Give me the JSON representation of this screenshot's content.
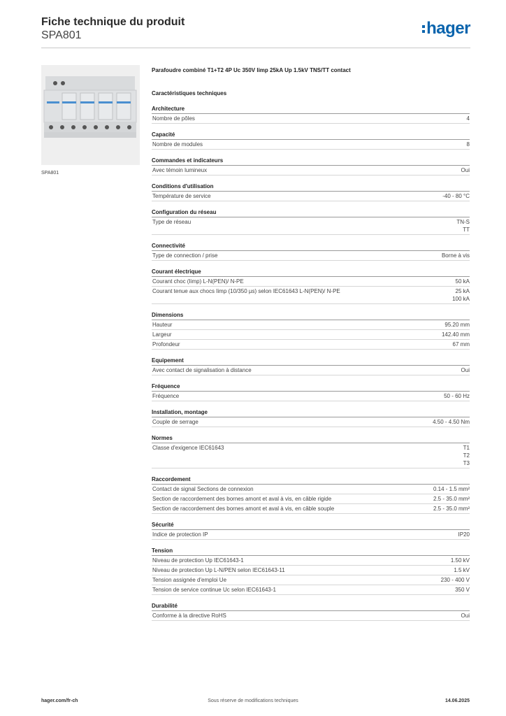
{
  "header": {
    "title": "Fiche technique du produit",
    "reference": "SPA801",
    "logo_text": "hager"
  },
  "image": {
    "caption": "SPA801",
    "icon": "surge-protector-device-photo"
  },
  "product": {
    "name": "Parafoudre combiné T1+T2 4P Uc 350V Iimp 25kA Up 1.5kV TNS/TT contact",
    "tech_heading": "Caractéristiques techniques"
  },
  "sections": [
    {
      "title": "Architecture",
      "rows": [
        {
          "label": "Nombre de pôles",
          "values": [
            "4"
          ]
        }
      ]
    },
    {
      "title": "Capacité",
      "rows": [
        {
          "label": "Nombre de modules",
          "values": [
            "8"
          ]
        }
      ]
    },
    {
      "title": "Commandes et indicateurs",
      "rows": [
        {
          "label": "Avec témoin lumineux",
          "values": [
            "Oui"
          ]
        }
      ]
    },
    {
      "title": "Conditions d'utilisation",
      "rows": [
        {
          "label": "Température de service",
          "values": [
            "-40 - 80 °C"
          ]
        }
      ]
    },
    {
      "title": "Configuration du réseau",
      "rows": [
        {
          "label": "Type de réseau",
          "values": [
            "TN-S",
            "TT"
          ]
        }
      ]
    },
    {
      "title": "Connectivité",
      "rows": [
        {
          "label": "Type de connection / prise",
          "values": [
            "Borne à vis"
          ]
        }
      ]
    },
    {
      "title": "Courant électrique",
      "rows": [
        {
          "label": "Courant choc (Iimp) L-N(PEN)/ N-PE",
          "values": [
            "50 kA"
          ]
        },
        {
          "label": "Courant tenue aux chocs Iimp (10/350 µs) selon IEC61643 L-N(PEN)/ N-PE",
          "values": [
            "25 kA",
            "100 kA"
          ]
        }
      ]
    },
    {
      "title": "Dimensions",
      "rows": [
        {
          "label": "Hauteur",
          "values": [
            "95.20 mm"
          ]
        },
        {
          "label": "Largeur",
          "values": [
            "142.40 mm"
          ]
        },
        {
          "label": "Profondeur",
          "values": [
            "67 mm"
          ]
        }
      ]
    },
    {
      "title": "Equipement",
      "rows": [
        {
          "label": "Avec contact de signalisation à distance",
          "values": [
            "Oui"
          ]
        }
      ]
    },
    {
      "title": "Fréquence",
      "rows": [
        {
          "label": "Fréquence",
          "values": [
            "50 - 60 Hz"
          ]
        }
      ]
    },
    {
      "title": "Installation, montage",
      "rows": [
        {
          "label": "Couple de serrage",
          "values": [
            "4.50 - 4.50 Nm"
          ]
        }
      ]
    },
    {
      "title": "Normes",
      "rows": [
        {
          "label": "Classe d'exigence IEC61643",
          "values": [
            "T1",
            "T2",
            "T3"
          ]
        }
      ]
    },
    {
      "title": "Raccordement",
      "rows": [
        {
          "label": "Contact de signal Sections de connexion",
          "values": [
            "0.14 - 1.5 mm²"
          ]
        },
        {
          "label": "Section de raccordement des bornes amont et aval à vis, en câble rigide",
          "values": [
            "2.5 - 35.0 mm²"
          ]
        },
        {
          "label": "Section de raccordement des bornes amont et aval à vis, en câble souple",
          "values": [
            "2.5 - 35.0 mm²"
          ]
        }
      ]
    },
    {
      "title": "Sécurité",
      "rows": [
        {
          "label": "Indice de protection IP",
          "values": [
            "IP20"
          ]
        }
      ]
    },
    {
      "title": "Tension",
      "rows": [
        {
          "label": "Niveau de protection Up IEC61643-1",
          "values": [
            "1.50 kV"
          ]
        },
        {
          "label": "Niveau de protection Up L-N/PEN selon IEC61643-11",
          "values": [
            "1.5 kV"
          ]
        },
        {
          "label": "Tension assignée d'emploi Ue",
          "values": [
            "230 - 400 V"
          ]
        },
        {
          "label": "Tension de service continue Uc selon IEC61643-1",
          "values": [
            "350 V"
          ]
        }
      ]
    },
    {
      "title": "Durabilité",
      "rows": [
        {
          "label": "Conforme à la directive RoHS",
          "values": [
            "Oui"
          ]
        }
      ]
    }
  ],
  "footer": {
    "website": "hager.com/fr-ch",
    "notice": "Sous réserve de modifications techniques",
    "date": "14.06.2025"
  },
  "colors": {
    "brand": "#0a64ad",
    "rule_dark": "#9a9a9a",
    "rule_light": "#d6d6d6"
  }
}
